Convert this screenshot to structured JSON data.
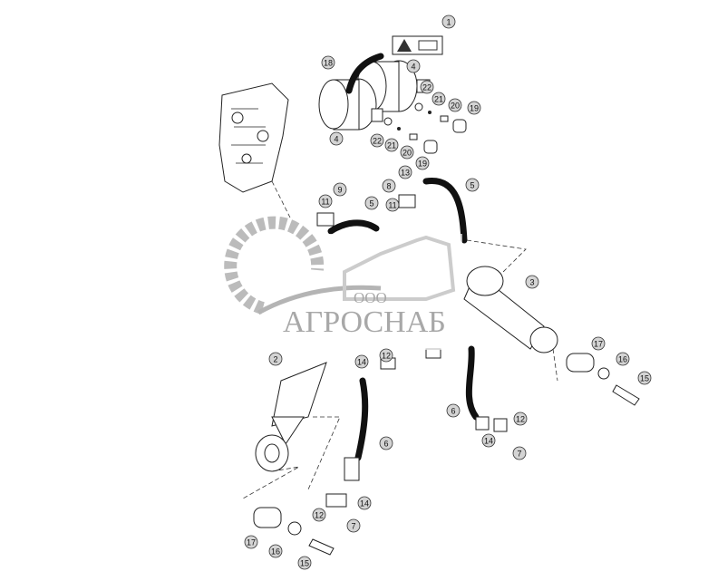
{
  "diagram": {
    "callouts": [
      "1",
      "18",
      "4",
      "22",
      "21",
      "20",
      "19",
      "4",
      "22",
      "21",
      "20",
      "19",
      "13",
      "5",
      "9",
      "8",
      "11",
      "11",
      "5",
      "3",
      "17",
      "16",
      "15",
      "2",
      "14",
      "12",
      "6",
      "12",
      "14",
      "7",
      "6",
      "14",
      "12",
      "7",
      "17",
      "16",
      "15"
    ]
  },
  "watermark": {
    "prefix": "ООО",
    "name": "АГРОСНАБ"
  },
  "colors": {
    "callout_fill": "#d4d4d4",
    "line": "#222222",
    "watermark": "#9a9a9a"
  }
}
